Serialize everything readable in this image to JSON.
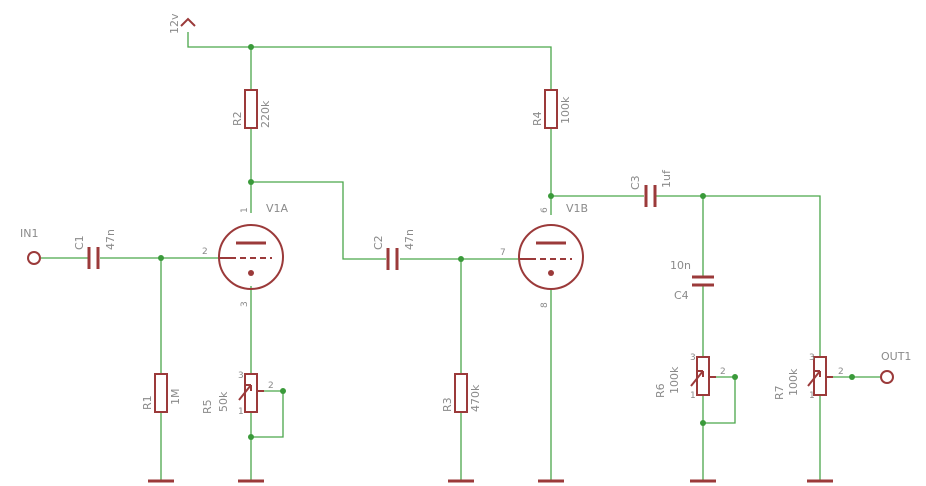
{
  "supply": {
    "label": "12v"
  },
  "ports": {
    "in": "IN1",
    "out": "OUT1"
  },
  "components": {
    "C1": {
      "name": "C1",
      "value": "47n"
    },
    "C2": {
      "name": "C2",
      "value": "47n"
    },
    "C3": {
      "name": "C3",
      "value": "1uf"
    },
    "C4": {
      "name": "C4",
      "value": "10n"
    },
    "R1": {
      "name": "R1",
      "value": "1M"
    },
    "R2": {
      "name": "R2",
      "value": "220k"
    },
    "R3": {
      "name": "R3",
      "value": "470k"
    },
    "R4": {
      "name": "R4",
      "value": "100k"
    },
    "R5": {
      "name": "R5",
      "value": "50k"
    },
    "R6": {
      "name": "R6",
      "value": "100k"
    },
    "R7": {
      "name": "R7",
      "value": "100k"
    },
    "V1A": {
      "name": "V1A"
    },
    "V1B": {
      "name": "V1B"
    }
  },
  "pins": {
    "v1a": {
      "plate": "1",
      "grid": "2",
      "cathode": "3"
    },
    "v1b": {
      "plate": "6",
      "grid": "7",
      "cathode": "8"
    },
    "pot": {
      "p1": "1",
      "p2": "2",
      "p3": "3"
    }
  }
}
